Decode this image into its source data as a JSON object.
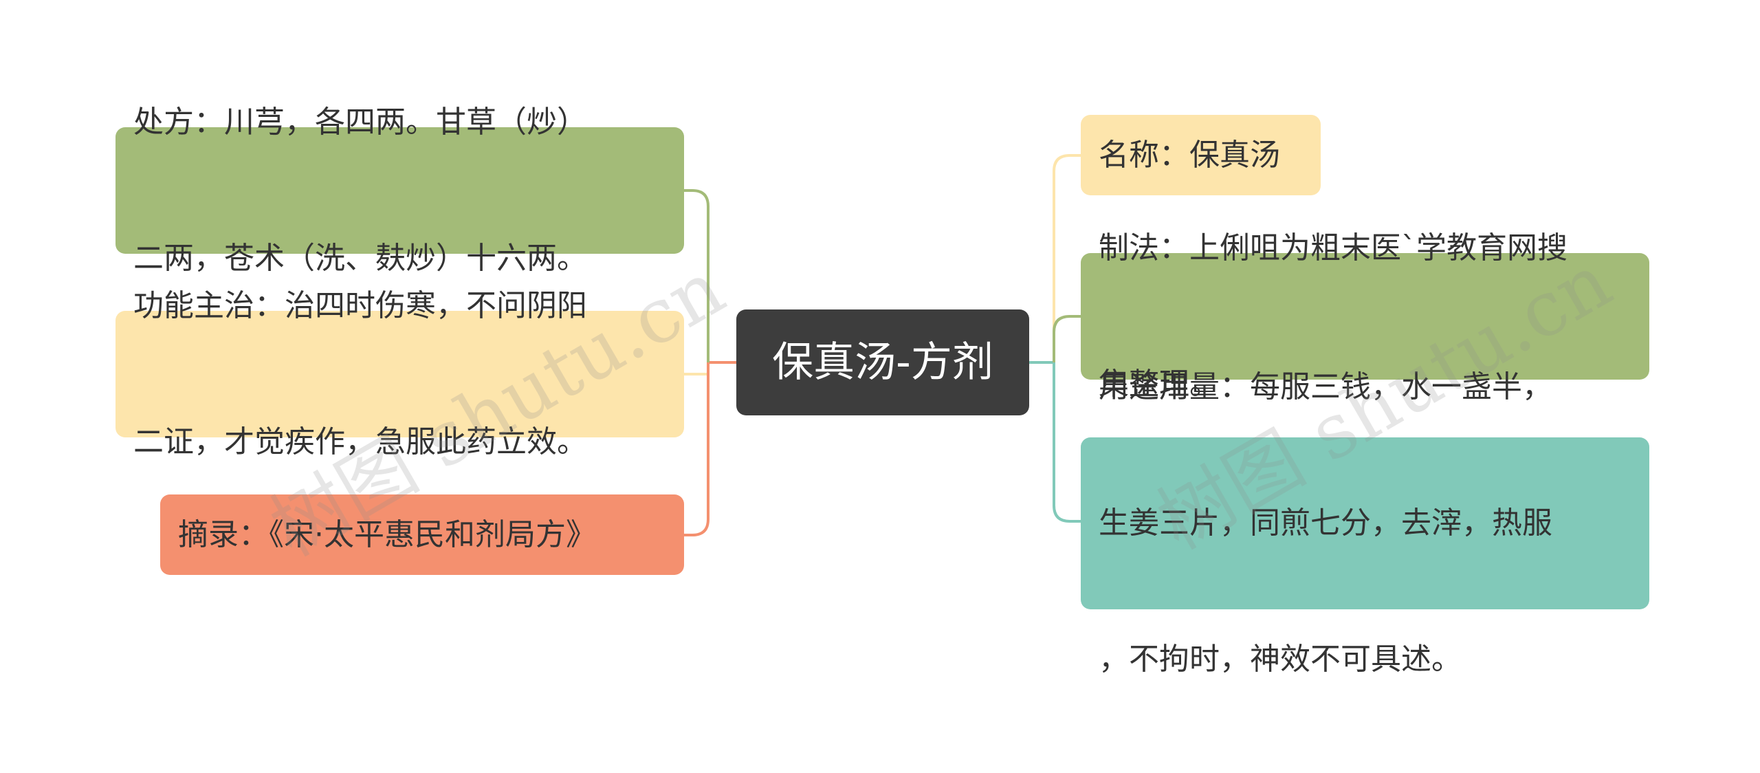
{
  "center": {
    "label": "保真汤-方剂"
  },
  "left": [
    {
      "lines": [
        "处方：川芎，各四两。甘草（炒）",
        "二两，苍术（洗、麸炒）十六两。"
      ],
      "color": "#a3bb78",
      "edge_color": "#a3bb78"
    },
    {
      "lines": [
        "功能主治：治四时伤寒，不问阴阳",
        "二证，才觉疾作，急服此药立效。"
      ],
      "color": "#fde5ac",
      "edge_color": "#fde5ac"
    },
    {
      "lines": [
        "摘录：《宋·太平惠民和剂局方》"
      ],
      "color": "#f4906f",
      "edge_color": "#f4906f"
    }
  ],
  "right": [
    {
      "lines": [
        "名称：保真汤"
      ],
      "color": "#fde5ac",
      "edge_color": "#fde5ac"
    },
    {
      "lines": [
        "制法：上俐咀为粗末医`学教育网搜",
        "集整理。"
      ],
      "color": "#a3bb78",
      "edge_color": "#a3bb78"
    },
    {
      "lines": [
        "用途用量：每服三钱，水一盏半，",
        "生姜三片，同煎七分，去滓，热服",
        "，不拘时，神效不可具述。"
      ],
      "color": "#81c9b9",
      "edge_color": "#81c9b9"
    }
  ],
  "watermark": "树图 shutu.cn"
}
